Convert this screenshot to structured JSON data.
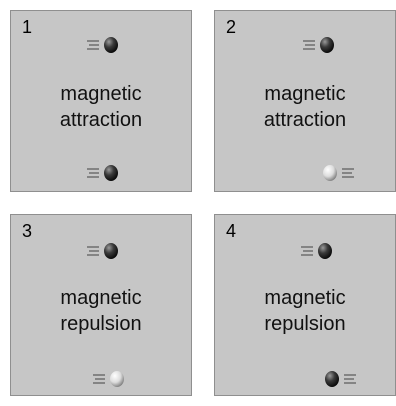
{
  "panels": [
    {
      "number": "1",
      "line1": "magnetic",
      "line2": "attraction",
      "top_ball": {
        "shade": "dark",
        "motion": "right"
      },
      "bottom_ball": {
        "shade": "dark",
        "motion": "right"
      }
    },
    {
      "number": "2",
      "line1": "magnetic",
      "line2": "attraction",
      "top_ball": {
        "shade": "dark",
        "motion": "right"
      },
      "bottom_ball": {
        "shade": "light",
        "motion": "left"
      }
    },
    {
      "number": "3",
      "line1": "magnetic",
      "line2": "repulsion",
      "top_ball": {
        "shade": "dark",
        "motion": "right"
      },
      "bottom_ball": {
        "shade": "light",
        "motion": "right"
      }
    },
    {
      "number": "4",
      "line1": "magnetic",
      "line2": "repulsion",
      "top_ball": {
        "shade": "dark",
        "motion": "right"
      },
      "bottom_ball": {
        "shade": "dark",
        "motion": "left"
      }
    }
  ],
  "colors": {
    "panel": "#c6c6c6",
    "dark_ball": "#1a1a1a",
    "light_ball": "#e6e6e6"
  }
}
